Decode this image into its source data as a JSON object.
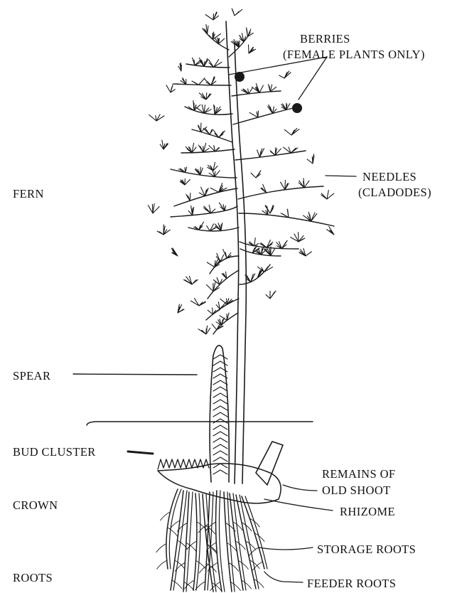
{
  "labels": {
    "berries_line1": "BERRIES",
    "berries_line2": "(FEMALE PLANTS ONLY)",
    "needles_line1": "NEEDLES",
    "needles_line2": "(CLADODES)",
    "fern": "FERN",
    "spear": "SPEAR",
    "bud_cluster": "BUD CLUSTER",
    "remains_line1": "REMAINS OF",
    "remains_line2": "OLD SHOOT",
    "crown": "CROWN",
    "rhizome": "RHIZOME",
    "storage_roots": "STORAGE ROOTS",
    "roots": "ROOTS",
    "feeder_roots": "FEEDER ROOTS"
  },
  "colors": {
    "ink": "#1a1a1a",
    "background": "#ffffff"
  }
}
